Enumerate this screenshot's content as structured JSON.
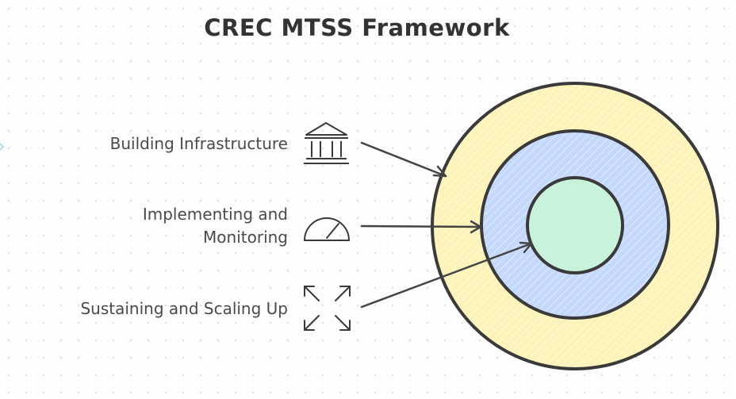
{
  "title": "CREC MTSS Framework",
  "items": [
    {
      "label_line1": "Building Infrastructure",
      "label_line2": "",
      "icon": "bank-icon"
    },
    {
      "label_line1": "Implementing and",
      "label_line2": "Monitoring",
      "icon": "gauge-icon"
    },
    {
      "label_line1": "Sustaining and Scaling Up",
      "label_line2": "",
      "icon": "expand-arrows-icon"
    }
  ],
  "colors": {
    "outer_ring": "#fdf3b8",
    "middle_ring": "#c4d8fb",
    "inner_circle": "#c9f2dc",
    "stroke": "#3a3a3a"
  }
}
